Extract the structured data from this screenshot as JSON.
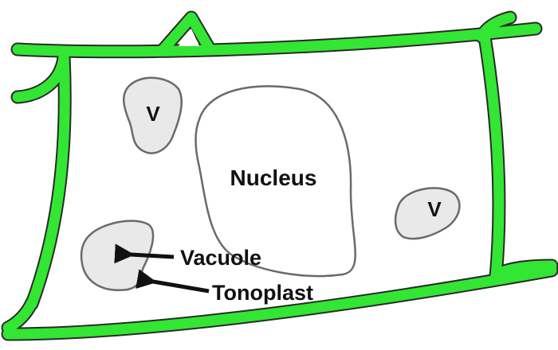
{
  "labels": {
    "nucleus": "Nucleus",
    "vacuole_small_1": "V",
    "vacuole_small_2": "V",
    "vacuole": "Vacuole",
    "tonoplast": "Tonoplast"
  },
  "colors": {
    "cell_wall": "#33e633",
    "cell_wall_outline": "#2a2a2a",
    "vacuole_fill": "#e9e9e9",
    "membrane_outline": "#6a6a6a",
    "arrow": "#111111"
  }
}
